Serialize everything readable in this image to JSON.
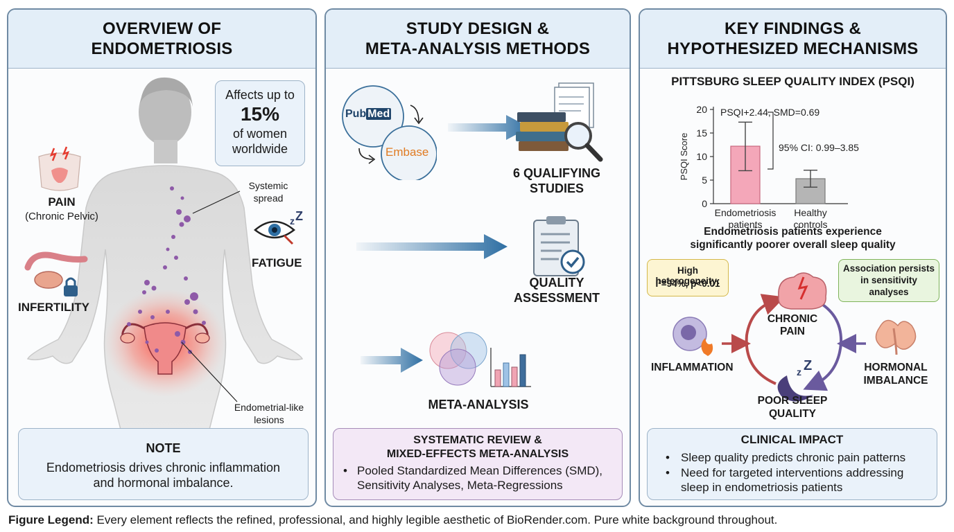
{
  "panel1": {
    "title_line1": "OVERVIEW OF",
    "title_line2": "ENDOMETRIOSIS",
    "affects": {
      "line1": "Affects up to",
      "percent": "15%",
      "line3": "of women",
      "line4": "worldwide"
    },
    "pain_label": "PAIN",
    "pain_sub": "(Chronic Pelvic)",
    "infertility_label": "INFERTILITY",
    "fatigue_label": "FATIGUE",
    "systemic_line1": "Systemic",
    "systemic_line2": "spread",
    "lesions_line1": "Endometrial-like",
    "lesions_line2": "lesions",
    "note_title": "NOTE",
    "note_line1": "Endometriosis drives chronic inflammation",
    "note_line2": "and hormonal imbalance."
  },
  "panel2": {
    "title_line1": "STUDY DESIGN &",
    "title_line2": "META-ANALYSIS METHODS",
    "pubmed_a": "Pub",
    "pubmed_b": "Med",
    "embase": "Embase",
    "qualifying_line1": "6 QUALIFYING",
    "qualifying_line2": "STUDIES",
    "quality_line1": "QUALITY",
    "quality_line2": "ASSESSMENT",
    "meta_label": "META-ANALYSIS",
    "review_title_line1": "SYSTEMATIC REVIEW &",
    "review_title_line2": "MIXED-EFFECTS META-ANALYSIS",
    "review_bullet_line1": "Pooled Standardized Mean Differences (SMD),",
    "review_bullet_line2": "Sensitivity Analyses, Meta-Regressions"
  },
  "panel3": {
    "title_line1": "KEY FINDINGS &",
    "title_line2": "HYPOTHESIZED MECHANISMS",
    "chart_title": "PITTSBURG SLEEP QUALITY INDEX (PSQI)",
    "annotation": "PSQI+2.44, SMD=0.69",
    "ci_label": "95% CI: 0.99–3.85",
    "summary_line1": "Endometriosis patients experience",
    "summary_line2": "significantly poorer overall sleep quality",
    "heterogeneity_line1": "High heterogeneity:",
    "heterogeneity_line2": "I²=94%, p<0.01",
    "association_line1": "Association persists",
    "association_line2": "in sensitivity",
    "association_line3": "analyses",
    "chronic_pain_line1": "CHRONIC",
    "chronic_pain_line2": "PAIN",
    "inflammation": "INFLAMMATION",
    "hormonal_line1": "HORMONAL",
    "hormonal_line2": "IMBALANCE",
    "poor_sleep_line1": "POOR SLEEP",
    "poor_sleep_line2": "QUALITY",
    "impact_title": "CLINICAL IMPACT",
    "impact_b1": "Sleep quality predicts chronic pain patterns",
    "impact_b2_line1": "Need for targeted interventions addressing",
    "impact_b2_line2": "sleep in endometriosis patients"
  },
  "legend": {
    "bold": "Figure Legend:",
    "text": " Every element reflects the refined, professional, and highly legible aesthetic of BioRender.com. Pure white background throughout."
  },
  "colors": {
    "panel_border": "#6f8aa3",
    "header_bg": "#e3eef8",
    "endo_bar": "#f4a7b9",
    "control_bar": "#b5b5b5",
    "arrow_blue": "#2f6fa3",
    "cycle_red": "#b94a4a",
    "cycle_purple": "#6a5a9e"
  },
  "chart_data": {
    "type": "bar",
    "title": "PITTSBURG SLEEP QUALITY INDEX (PSQI)",
    "categories": [
      "Endometriosis patients",
      "Healthy controls"
    ],
    "category_lines": [
      [
        "Endometriosis",
        "patients"
      ],
      [
        "Healthy",
        "controls"
      ]
    ],
    "values": [
      12.2,
      5.3
    ],
    "error_low": [
      7.0,
      3.5
    ],
    "error_high": [
      17.3,
      7.1
    ],
    "ylabel": "PSQI Score",
    "xlabel": "",
    "ylim": [
      0,
      20
    ],
    "yticks": [
      0,
      5,
      10,
      15,
      20
    ],
    "colors": [
      "#f4a7b9",
      "#b5b5b5"
    ]
  }
}
